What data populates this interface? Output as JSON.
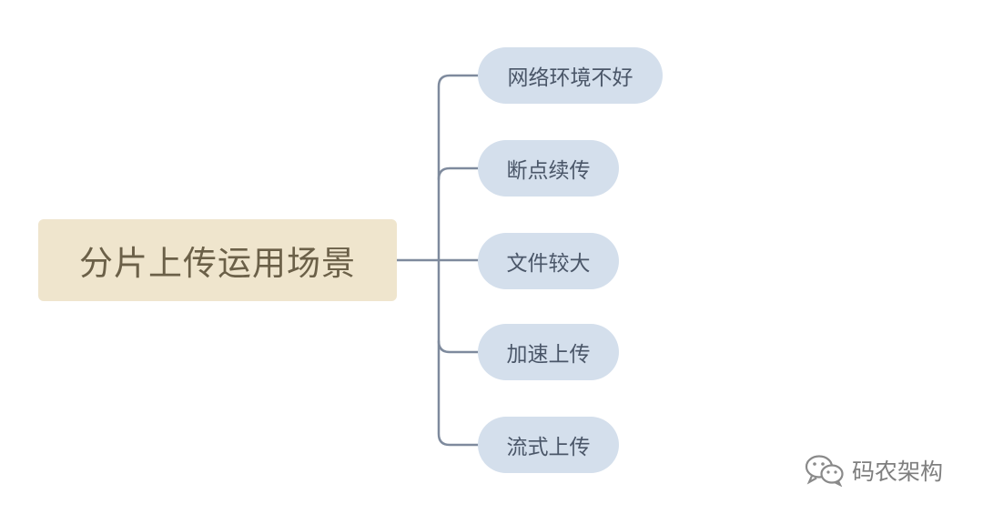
{
  "mindmap": {
    "root": {
      "label": "分片上传运用场景"
    },
    "children": [
      {
        "label": "网络环境不好"
      },
      {
        "label": "断点续传"
      },
      {
        "label": "文件较大"
      },
      {
        "label": "加速上传"
      },
      {
        "label": "流式上传"
      }
    ]
  },
  "colors": {
    "root_fill": "#efe5cd",
    "root_text": "#6b6048",
    "child_fill": "#d4dfec",
    "child_text": "#4a5668",
    "connector": "#7e8a9d",
    "watermark": "#7f7f7f"
  },
  "watermark": {
    "icon": "wechat-icon",
    "text": "码农架构"
  }
}
